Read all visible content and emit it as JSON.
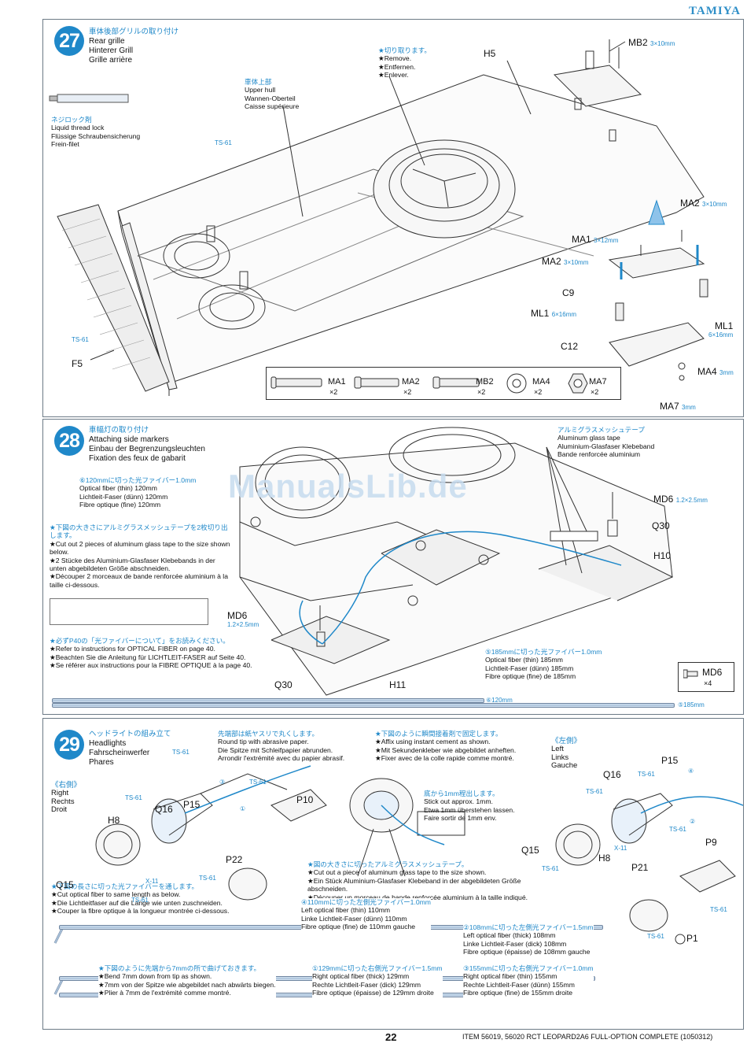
{
  "brand": "TAMIYA",
  "watermark": "ManualsLib.de",
  "page_number": "22",
  "footer_text": "ITEM 56019, 56020  RCT LEOPARD2A6 FULL-OPTION COMPLETE (1050312)",
  "step27": {
    "number": "27",
    "title_jp": "車体後部グリルの取り付け",
    "title_en": "Rear grille",
    "title_de": "Hinterer Grill",
    "title_fr": "Grille arrière",
    "glue_jp": "ネジロック剤",
    "glue_en": "Liquid thread lock",
    "glue_de": "Flüssige Schraubensicherung",
    "glue_fr": "Frein-filet",
    "hull_jp": "車体上部",
    "hull_en": "Upper hull",
    "hull_de": "Wannen-Oberteil",
    "hull_fr": "Caisse supérieure",
    "cut_jp": "★切り取ります。",
    "cut_en": "★Remove.",
    "cut_de": "★Entfernen.",
    "cut_fr": "★Enlever.",
    "labels": {
      "h5": "H5",
      "mb2": "MB2",
      "mb2_size": "3×10mm",
      "ma2a": "MA2",
      "ma2a_size": "3×10mm",
      "ma1": "MA1",
      "ma1_size": "3×12mm",
      "ma2b": "MA2",
      "ma2b_size": "3×10mm",
      "c9": "C9",
      "ml1a": "ML1",
      "ml1a_size": "6×16mm",
      "ml1b": "ML1",
      "ml1b_size": "6×16mm",
      "c12": "C12",
      "ma4": "MA4",
      "ma4_size": "3mm",
      "ma7": "MA7",
      "ma7_size": "3mm",
      "f5": "F5",
      "ts61a": "TS-61",
      "ts61b": "TS-61"
    },
    "parts": [
      {
        "name": "MA1",
        "qty": "×2"
      },
      {
        "name": "MA2",
        "qty": "×2"
      },
      {
        "name": "MB2",
        "qty": "×2"
      },
      {
        "name": "MA4",
        "qty": "×2"
      },
      {
        "name": "MA7",
        "qty": "×2"
      }
    ]
  },
  "step28": {
    "number": "28",
    "title_jp": "車幅灯の取り付け",
    "title_en": "Attaching side markers",
    "title_de": "Einbau der Begrenzungsleuchten",
    "title_fr": "Fixation des feux de gabarit",
    "fiber6_jp": "⑥120mmに切った光ファイバー1.0mm",
    "fiber6_en": "Optical fiber (thin) 120mm",
    "fiber6_de": "Lichtleit-Faser (dünn) 120mm",
    "fiber6_fr": "Fibre optique (fine) 120mm",
    "tape_jp": "★下図の大きさにアルミグラスメッシュテープを2枚切り出します。",
    "tape_en": "★Cut out 2 pieces of aluminum glass tape to the size shown below.",
    "tape_de": "★2 Stücke des Aluminium-Glasfaser Klebebands in der unten abgebildeten Größe abschneiden.",
    "tape_fr": "★Découper 2 morceaux de bande renforcée aluminium à la taille ci-dessous.",
    "ref_jp": "★必ずP40の「光ファイバーについて」をお読みください。",
    "ref_en": "★Refer to instructions for OPTICAL FIBER on page 40.",
    "ref_de": "★Beachten Sie die Anleitung für LICHTLEIT-FASER auf Seite 40.",
    "ref_fr": "★Se référer aux instructions pour la FIBRE OPTIQUE à la page 40.",
    "alu_jp": "アルミグラスメッシュテープ",
    "alu_en": "Aluminum glass tape",
    "alu_de": "Aluminium-Glasfaser Klebeband",
    "alu_fr": "Bande renforcée aluminium",
    "fiber5_jp": "⑤185mmに切った光ファイバー1.0mm",
    "fiber5_en": "Optical fiber (thin) 185mm",
    "fiber5_de": "Lichtleit-Faser (dünn) 185mm",
    "fiber5_fr": "Fibre optique (fine) de 185mm",
    "labels": {
      "md6a": "MD6",
      "md6a_size": "1.2×2.5mm",
      "md6b": "MD6",
      "md6b_size": "1.2×2.5mm",
      "q30a": "Q30",
      "q30b": "Q30",
      "h10": "H10",
      "h11": "H11",
      "len120": "⑥120mm",
      "len185": "⑤185mm"
    },
    "parts_box": {
      "name": "MD6",
      "qty": "×4"
    }
  },
  "step29": {
    "number": "29",
    "title_jp": "ヘッドライトの組み立て",
    "title_en": "Headlights",
    "title_de": "Fahrscheinwerfer",
    "title_fr": "Phares",
    "right_jp": "《右側》",
    "right_en": "Right",
    "right_de": "Rechts",
    "right_fr": "Droit",
    "left_jp": "《左側》",
    "left_en": "Left",
    "left_de": "Links",
    "left_fr": "Gauche",
    "round_jp": "先端部は紙ヤスリで丸くします。",
    "round_en": "Round tip with abrasive paper.",
    "round_de": "Die Spitze mit Schleifpapier abrunden.",
    "round_fr": "Arrondir l'extrémité avec du papier abrasif.",
    "affix_jp": "★下図のように瞬間接着剤で固定します。",
    "affix_en": "★Affix using instant cement as shown.",
    "affix_de": "★Mit Sekundenkleber wie abgebildet anheften.",
    "affix_fr": "★Fixer avec de la colle rapide comme montré.",
    "stick_jp": "底から1mm程出します。",
    "stick_en": "Stick out approx. 1mm.",
    "stick_de": "Etwa 1mm überstehen lassen.",
    "stick_fr": "Faire sortir de 1mm env.",
    "tape_jp": "★図の大きさに切ったアルミグラスメッシュテープ。",
    "tape_en": "★Cut out a piece of aluminum glass tape to the size shown.",
    "tape_de": "★Ein Stück Aluminium-Glasfaser Klebeband in der abgebildeten Größe abschneiden.",
    "tape_fr": "★Découper un morceau de bande renforcée aluminium à la taille indiqué.",
    "cutfiber_jp": "★下図の長さに切った光ファイバーを通します。",
    "cutfiber_en": "★Cut optical fiber to same length as below.",
    "cutfiber_de": "★Die Lichtleitfaser auf die Länge wie unten zuschneiden.",
    "cutfiber_fr": "★Couper la fibre optique à la longueur montrée ci-dessous.",
    "bend_jp": "★下図のように先端から7mmの所で曲げておきます。",
    "bend_en": "★Bend 7mm down from tip as shown.",
    "bend_de": "★7mm von der Spitze wie abgebildet nach abwärts biegen.",
    "bend_fr": "★Plier à 7mm de l'extrémité comme montré.",
    "f4_jp": "④110mmに切った左側光ファイバー1.0mm",
    "f4_en": "Left optical fiber (thin) 110mm",
    "f4_de": "Linke Lichtleit-Faser (dünn) 110mm",
    "f4_fr": "Fibre optique (fine) de 110mm gauche",
    "f2_jp": "②108mmに切った左側光ファイバー1.5mm",
    "f2_en": "Left optical fiber (thick) 108mm",
    "f2_de": "Linke Lichtleit-Faser (dick) 108mm",
    "f2_fr": "Fibre optique (épaisse) de 108mm gauche",
    "f1_jp": "①129mmに切った右側光ファイバー1.5mm",
    "f1_en": "Right optical fiber (thick) 129mm",
    "f1_de": "Rechte Lichtleit-Faser (dick) 129mm",
    "f1_fr": "Fibre optique (épaisse) de 129mm droite",
    "f3_jp": "③155mmに切った右側光ファイバー1.0mm",
    "f3_en": "Right optical fiber (thin) 155mm",
    "f3_de": "Rechte Lichtleit-Faser (dünn) 155mm",
    "f3_fr": "Fibre optique (fine) de 155mm droite",
    "labels": {
      "h8a": "H8",
      "q16a": "Q16",
      "p15a": "P15",
      "p10": "P10",
      "p22": "P22",
      "q15a": "Q15",
      "x11a": "X-11",
      "h8b": "H8",
      "q16b": "Q16",
      "p15b": "P15",
      "p9": "P9",
      "p21": "P21",
      "q15b": "Q15",
      "x11b": "X-11",
      "p1": "P1",
      "ts61": "TS-61",
      "c1": "①",
      "c2": "②",
      "c3": "③",
      "c4": "④"
    }
  },
  "colors": {
    "accent": "#1f88c9",
    "fiber": "#a7bfd8",
    "line": "#333333"
  }
}
